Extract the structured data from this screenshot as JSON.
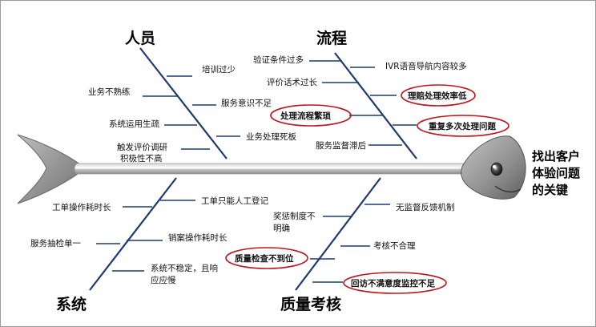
{
  "diagram": {
    "categories": {
      "people": "人员",
      "process": "流程",
      "system": "系统",
      "quality": "质量考核"
    },
    "head_text": [
      "找出客户",
      "体验问题",
      "的关键"
    ],
    "people_causes": [
      "培训过少",
      "业务不熟练",
      "服务意识不足",
      "系统运用生疏",
      "业务处理死板",
      "触发评价调研",
      "积极性不高"
    ],
    "process_causes": [
      "验证条件过多",
      "IVR语音导航内容较多",
      "评价话术过长",
      "理赔处理效率低",
      "处理流程繁琐",
      "重复多次处理问题",
      "服务监督滞后"
    ],
    "system_causes": [
      "工单只能人工登记",
      "工单操作耗时长",
      "服务抽检单一",
      "销案操作耗时长",
      "系统不稳定，且响",
      "应应慢"
    ],
    "quality_causes": [
      "奖惩制度不",
      "明确",
      "无监督反馈机制",
      "考核不合理",
      "质量检查不到位",
      "回访不满意度监控不足"
    ],
    "colors": {
      "bone": "#1f3a6e",
      "spine": "#a6a6a6",
      "highlight": "#c0141b",
      "fish": "#8c8c8c"
    }
  }
}
